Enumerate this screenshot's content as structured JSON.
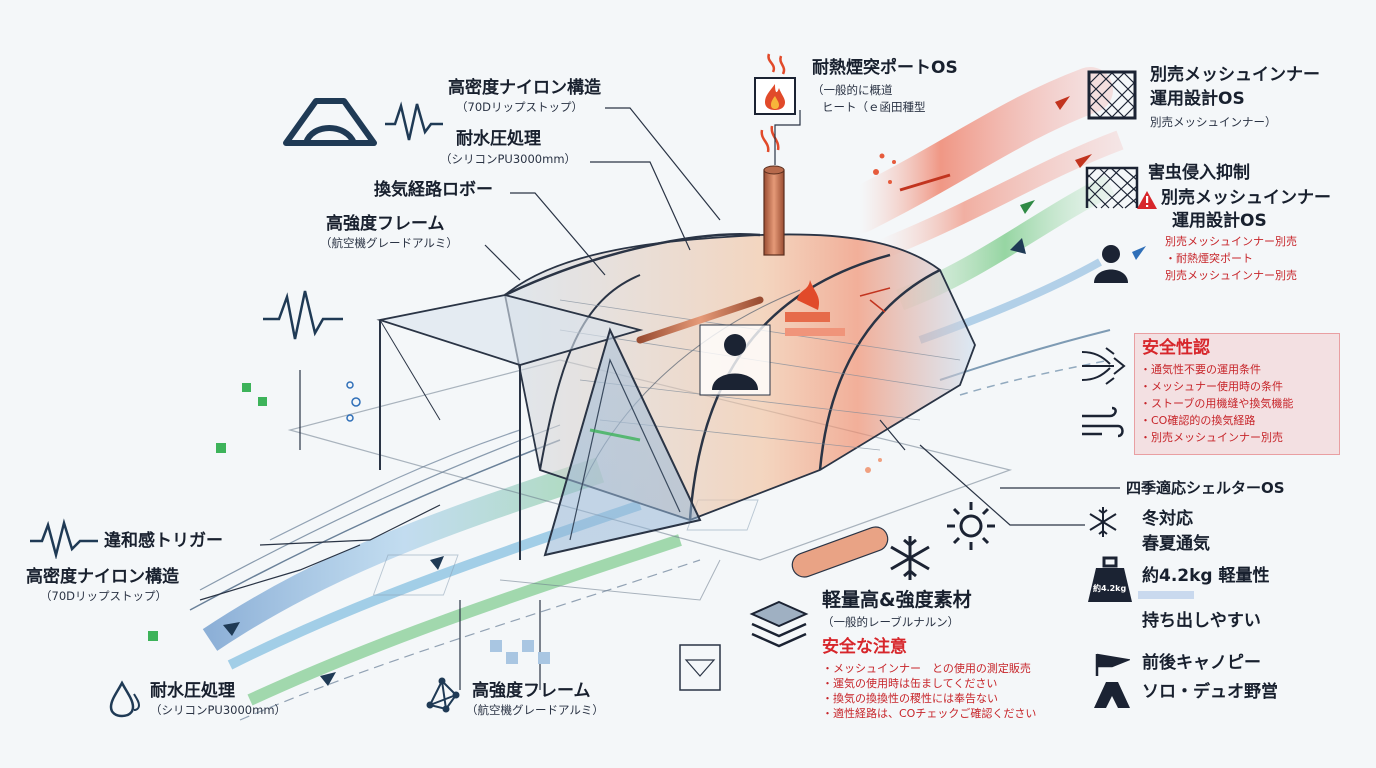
{
  "labels": {
    "nylon_top": "高密度ナイロン構造",
    "nylon_top_sub": "（70Dリップストップ）",
    "water_top": "耐水圧処理",
    "water_top_sub": "（シリコンPU3000mm）",
    "vent": "換気経路ロボー",
    "frame_top": "高強度フレーム",
    "frame_top_sub": "（航空機グレードアルミ）",
    "stove": "耐熱煙突ポートOS",
    "stove_sub1": "（一般的に概道",
    "stove_sub2": "ヒート（ｅ函田種型",
    "mesh": "別売メッシュインナー",
    "mesh2": "運用設計OS",
    "mesh_sub": "別売メッシュインナー）",
    "bug": "害虫侵入抑制",
    "bug_warn1": "別売メッシュインナー",
    "bug_warn2": "運用設計OS",
    "bug_red1": "別売メッシュインナー別売",
    "bug_red2": "・耐熱煙突ポート",
    "bug_red3": "別売メッシュインナー別売",
    "safety_title": "安全性認",
    "safety_items": [
      "・通気性不要の運用条件",
      "・メッシュナー使用時の条件",
      "・ストーブの用機缝や換気機能",
      "・CO確認的の換気経路",
      "・別売メッシュインナー別売"
    ],
    "season": "四季適応シェルターOS",
    "winter": "冬対応",
    "summer": "春夏通気",
    "weight": "約4.2kg 軽量性",
    "weight_badge": "約4.2kg",
    "carry": "持ち出しやすい",
    "canopy": "前後キャノピー",
    "solo": "ソロ・デュオ野営",
    "material": "軽量高&強度素材",
    "material_sub": "（一般的レーブルナルン）",
    "caution_title": "安全な注意",
    "caution_items": [
      "・メッシュインナー　との使用の測定販売",
      "・運気の使用時は缶ましてください",
      "・換気の換換性の稷性には奉告ない",
      "・適性経路は、COチェックご確認ください"
    ],
    "trigger": "違和感トリガー",
    "nylon_left": "高密度ナイロン構造",
    "nylon_left_sub": "（70Dリップストップ）",
    "water_bottom": "耐水圧処理",
    "water_bottom_sub": "（シリコンPU3000mm）",
    "frame_bottom": "高強度フレーム",
    "frame_bottom_sub": "（航空機グレードアルミ）"
  },
  "colors": {
    "ink": "#18202e",
    "accent_red": "#d7262b",
    "flow_red": "#e64b3c",
    "flow_green": "#3db35a",
    "flow_blue": "#3b7fc4",
    "navy": "#1f3a55"
  }
}
